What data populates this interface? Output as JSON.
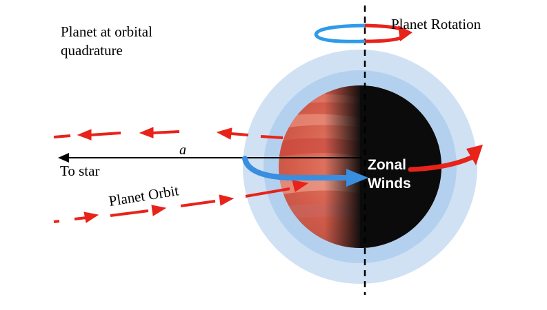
{
  "labels": {
    "title_line1": "Planet at orbital",
    "title_line2": "quadrature",
    "rotation": "Planet Rotation",
    "to_star": "To star",
    "separation": "a",
    "orbit": "Planet Orbit",
    "winds_line1": "Zonal",
    "winds_line2": "Winds"
  },
  "colors": {
    "orbit_arrow": "#e8231a",
    "wind_arrow": "#3a8ee0",
    "rotation_blue": "#2f9be8",
    "rotation_red": "#e8231a",
    "halo_outer": "#cfe1f3",
    "halo_inner": "#b3d1ee",
    "night_side": "#0b0b0b",
    "day_side": "#d9604f",
    "star_line": "#000000"
  },
  "icons": {
    "orbit_direction": "dashed-arrow-icon",
    "rotation": "circular-arrow-icon"
  }
}
